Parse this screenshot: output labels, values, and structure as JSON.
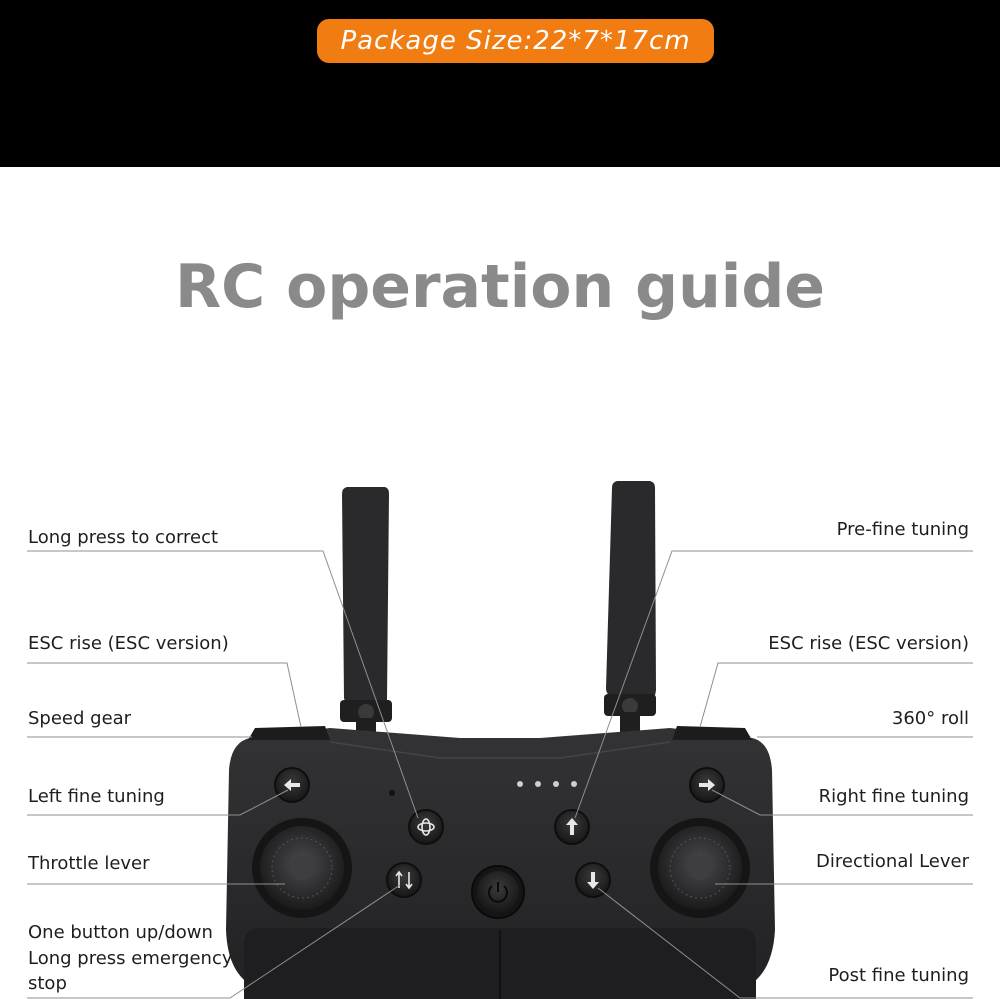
{
  "banner": {
    "package_size": "Package Size:22*7*17cm"
  },
  "title": "RC operation guide",
  "left_labels": {
    "long_press_correct": "Long press to correct",
    "esc_rise": "ESC rise (ESC version)",
    "speed_gear": "Speed gear",
    "left_fine_tuning": "Left fine tuning",
    "throttle_lever": "Throttle lever",
    "one_button_line1": "One button up/down",
    "one_button_line2": "Long press emergency",
    "one_button_line3": "stop"
  },
  "right_labels": {
    "pre_fine_tuning": "Pre-fine tuning",
    "esc_rise": "ESC rise (ESC version)",
    "roll_360": "360° roll",
    "right_fine_tuning": "Right fine tuning",
    "directional_lever": "Directional Lever",
    "post_fine_tuning": "Post fine tuning"
  },
  "colors": {
    "banner_bg": "#000000",
    "badge_orange": "#f07c12",
    "title_gray": "#8a8a8a",
    "controller_body": "#2b2b2d"
  },
  "icons": [
    "left-arrow-icon",
    "right-arrow-icon",
    "up-arrow-icon",
    "down-arrow-icon",
    "gyro-calibrate-icon",
    "flip-icon",
    "power-icon"
  ]
}
